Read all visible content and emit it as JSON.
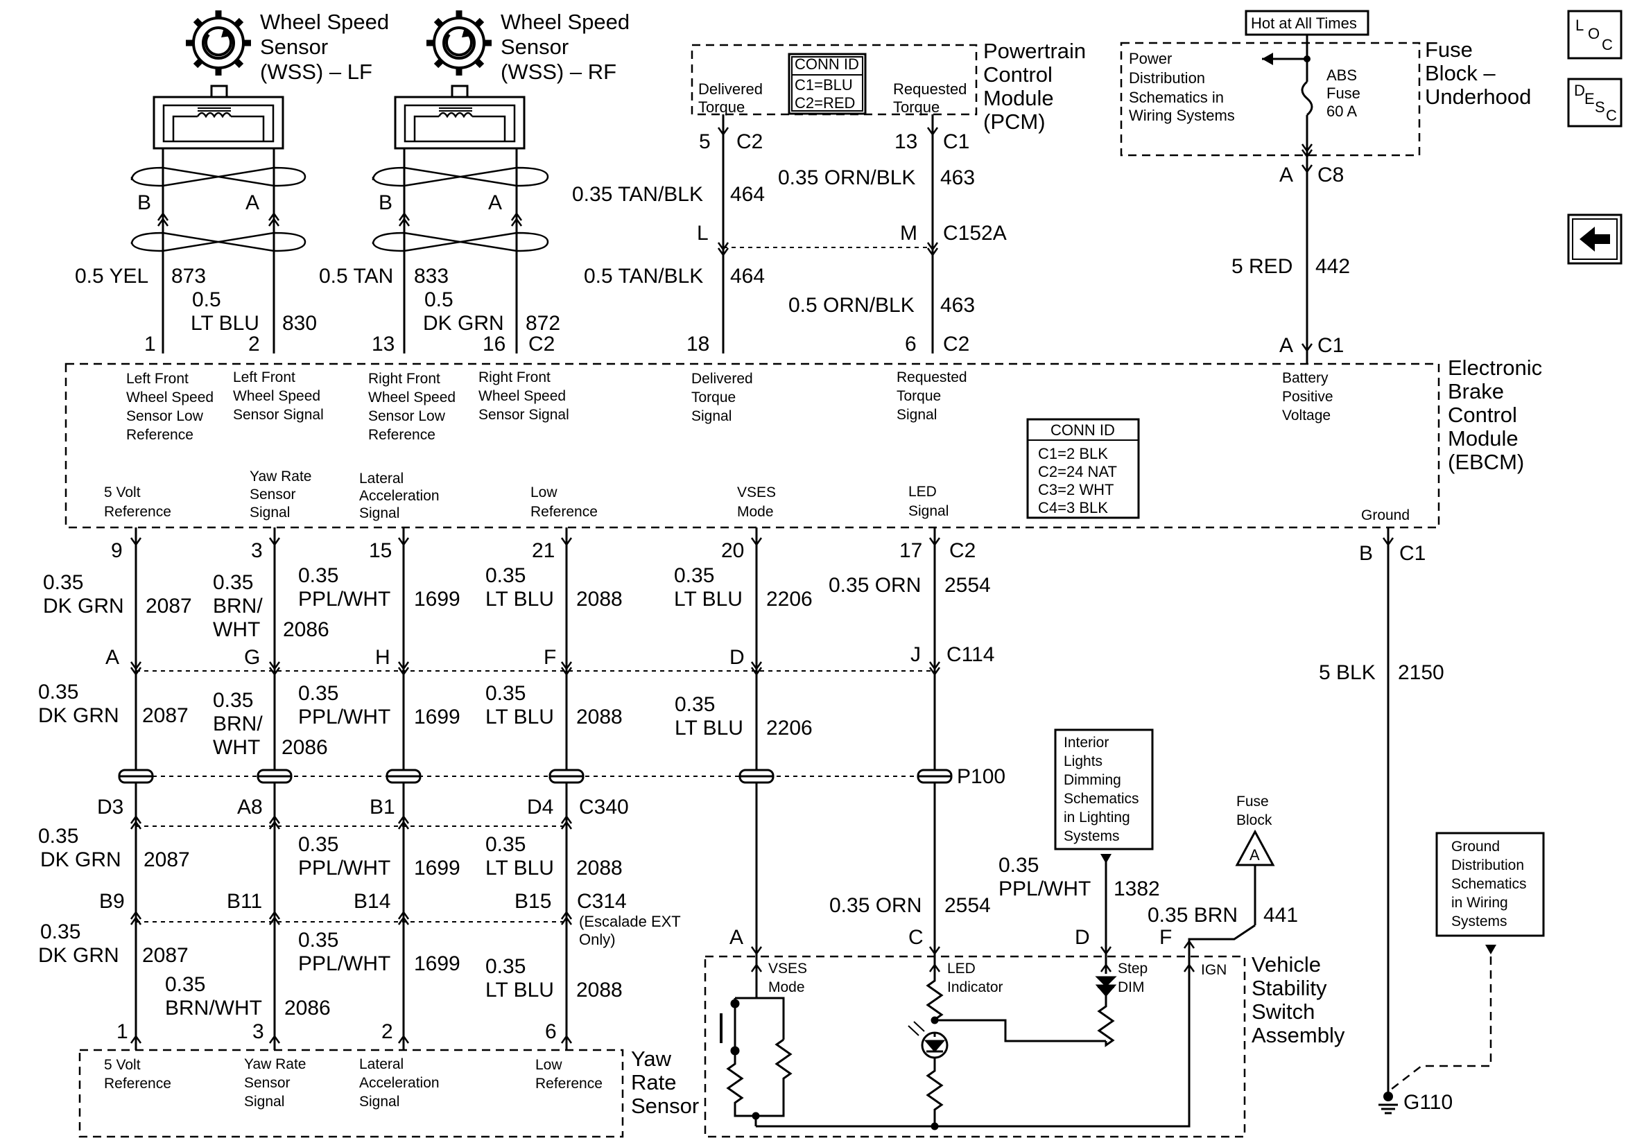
{
  "sensors": {
    "lf": [
      "Wheel Speed",
      "Sensor",
      "(WSS) – LF"
    ],
    "rf": [
      "Wheel Speed",
      "Sensor",
      "(WSS) – RF"
    ]
  },
  "pcm": {
    "name": [
      "Powertrain",
      "Control",
      "Module",
      "(PCM)"
    ],
    "conn_id": [
      "CONN ID",
      "C1=BLU",
      "C2=RED"
    ],
    "delivered": [
      "Delivered",
      "Torque"
    ],
    "requested": [
      "Requested",
      "Torque"
    ]
  },
  "fuse_block": {
    "name": [
      "Fuse",
      "Block –",
      "Underhood"
    ],
    "hot": "Hot at All Times",
    "power_dist": [
      "Power",
      "Distribution",
      "Schematics in",
      "Wiring Systems"
    ],
    "fuse": [
      "ABS",
      "Fuse",
      "60 A"
    ]
  },
  "side_icons": {
    "loc": [
      "L",
      "O",
      "C"
    ],
    "desc": [
      "D",
      "E",
      "S",
      "C"
    ],
    "back": "back-arrow-icon"
  },
  "upper_wires": {
    "lf_b_id": "B",
    "lf_a_id": "A",
    "rf_b_id": "B",
    "rf_a_id": "A",
    "w873": [
      "0.5 YEL",
      "873"
    ],
    "w830": [
      "0.5",
      "LT BLU",
      "830"
    ],
    "w833": [
      "0.5 TAN",
      "833"
    ],
    "w872": [
      "0.5",
      "DK GRN",
      "872"
    ],
    "pin1": "1",
    "pin2": "2",
    "pin13": "13",
    "pin16": "16",
    "c2": "C2",
    "pcm_pin5": "5",
    "pcm_c2": "C2",
    "pcm_pin13": "13",
    "pcm_c1": "C1",
    "w464a": [
      "0.35 TAN/BLK",
      "464"
    ],
    "w463a": [
      "0.35 ORN/BLK",
      "463"
    ],
    "conn_l": "L",
    "conn_m": "M",
    "c152a": "C152A",
    "w464b": [
      "0.5 TAN/BLK",
      "464"
    ],
    "w463b": [
      "0.5 ORN/BLK",
      "463"
    ],
    "pin18": "18",
    "pin6": "6",
    "c2b": "C2",
    "fuse_a": "A",
    "c8": "C8",
    "w442": [
      "5 RED",
      "442"
    ],
    "fuse_a2": "A",
    "c1": "C1"
  },
  "ebcm": {
    "name": [
      "Electronic",
      "Brake",
      "Control",
      "Module",
      "(EBCM)"
    ],
    "conn_id": [
      "CONN ID",
      "C1=2 BLK",
      "C2=24 NAT",
      "C3=2 WHT",
      "C4=3 BLK"
    ],
    "top_labels": [
      [
        "Left Front",
        "Wheel Speed",
        "Sensor Low",
        "Reference"
      ],
      [
        "Left Front",
        "Wheel Speed",
        "Sensor Signal"
      ],
      [
        "Right Front",
        "Wheel Speed",
        "Sensor Low",
        "Reference"
      ],
      [
        "Right Front",
        "Wheel Speed",
        "Sensor Signal"
      ],
      [
        "Delivered",
        "Torque",
        "Signal"
      ],
      [
        "Requested",
        "Torque",
        "Signal"
      ],
      [
        "Battery",
        "Positive",
        "Voltage"
      ]
    ],
    "bottom_labels": [
      [
        "5 Volt",
        "Reference"
      ],
      [
        "Yaw Rate",
        "Sensor",
        "Signal"
      ],
      [
        "Lateral",
        "Acceleration",
        "Signal"
      ],
      [
        "Low",
        "Reference"
      ],
      [
        "VSES",
        "Mode"
      ],
      [
        "LED",
        "Signal"
      ],
      [
        "Ground"
      ]
    ]
  },
  "lower_wires": {
    "pins": [
      "9",
      "3",
      "15",
      "21",
      "20",
      "17"
    ],
    "c2": "C2",
    "ground_pin": "B",
    "ground_c1": "C1",
    "seg1": [
      [
        "0.35",
        "DK GRN",
        "2087"
      ],
      [
        "0.35",
        "BRN/",
        "WHT",
        "2086"
      ],
      [
        "0.35",
        "PPL/WHT",
        "1699"
      ],
      [
        "0.35",
        "LT BLU",
        "2088"
      ],
      [
        "0.35",
        "LT BLU",
        "2206"
      ],
      [
        "0.35 ORN",
        "2554"
      ]
    ],
    "c114_pins": [
      "A",
      "G",
      "H",
      "F",
      "D",
      "J"
    ],
    "c114": "C114",
    "w2150": [
      "5 BLK",
      "2150"
    ],
    "seg2": [
      [
        "0.35",
        "DK GRN",
        "2087"
      ],
      [
        "0.35",
        "BRN/",
        "WHT",
        "2086"
      ],
      [
        "0.35",
        "PPL/WHT",
        "1699"
      ],
      [
        "0.35",
        "LT BLU",
        "2088"
      ],
      [
        "0.35",
        "LT BLU",
        "2206"
      ]
    ],
    "p100": "P100",
    "c340_pins": [
      "D3",
      "A8",
      "B1",
      "D4"
    ],
    "c340": "C340",
    "seg3": [
      [
        "0.35",
        "DK GRN",
        "2087"
      ],
      [
        "0.35",
        "PPL/WHT",
        "1699"
      ],
      [
        "0.35",
        "LT BLU",
        "2088"
      ]
    ],
    "c314_pins": [
      "B9",
      "B11",
      "B14",
      "B15"
    ],
    "c314": "C314",
    "c314_note": [
      "(Escalade EXT",
      "Only)"
    ],
    "seg4": [
      [
        "0.35",
        "DK GRN",
        "2087"
      ],
      [
        "0.35",
        "BRN/WHT",
        "2086"
      ],
      [
        "0.35",
        "PPL/WHT",
        "1699"
      ],
      [
        "0.35",
        "LT BLU",
        "2088"
      ]
    ],
    "yaw_pins": [
      "1",
      "3",
      "2",
      "6"
    ]
  },
  "yaw_sensor": {
    "name": [
      "Yaw",
      "Rate",
      "Sensor"
    ],
    "labels": [
      [
        "5 Volt",
        "Reference"
      ],
      [
        "Yaw Rate",
        "Sensor",
        "Signal"
      ],
      [
        "Lateral",
        "Acceleration",
        "Signal"
      ],
      [
        "Low",
        "Reference"
      ]
    ]
  },
  "vss": {
    "name": [
      "Vehicle",
      "Stability",
      "Switch",
      "Assembly"
    ],
    "pins": [
      "A",
      "C",
      "D",
      "F"
    ],
    "labels": [
      [
        "VSES",
        "Mode"
      ],
      [
        "LED",
        "Indicator"
      ],
      [
        "Step",
        "DIM"
      ],
      [
        "IGN"
      ]
    ],
    "w2554": [
      "0.35 ORN",
      "2554"
    ],
    "w1382": [
      "0.35",
      "PPL/WHT",
      "1382"
    ],
    "w441": [
      "0.35 BRN",
      "441"
    ]
  },
  "refs": {
    "interior": [
      "Interior",
      "Lights",
      "Dimming",
      "Schematics",
      "in Lighting",
      "Systems"
    ],
    "fuse_block": [
      "Fuse",
      "Block"
    ],
    "fuse_letter": "A",
    "ground_dist": [
      "Ground",
      "Distribution",
      "Schematics",
      "in Wiring",
      "Systems"
    ],
    "g110": "G110"
  }
}
